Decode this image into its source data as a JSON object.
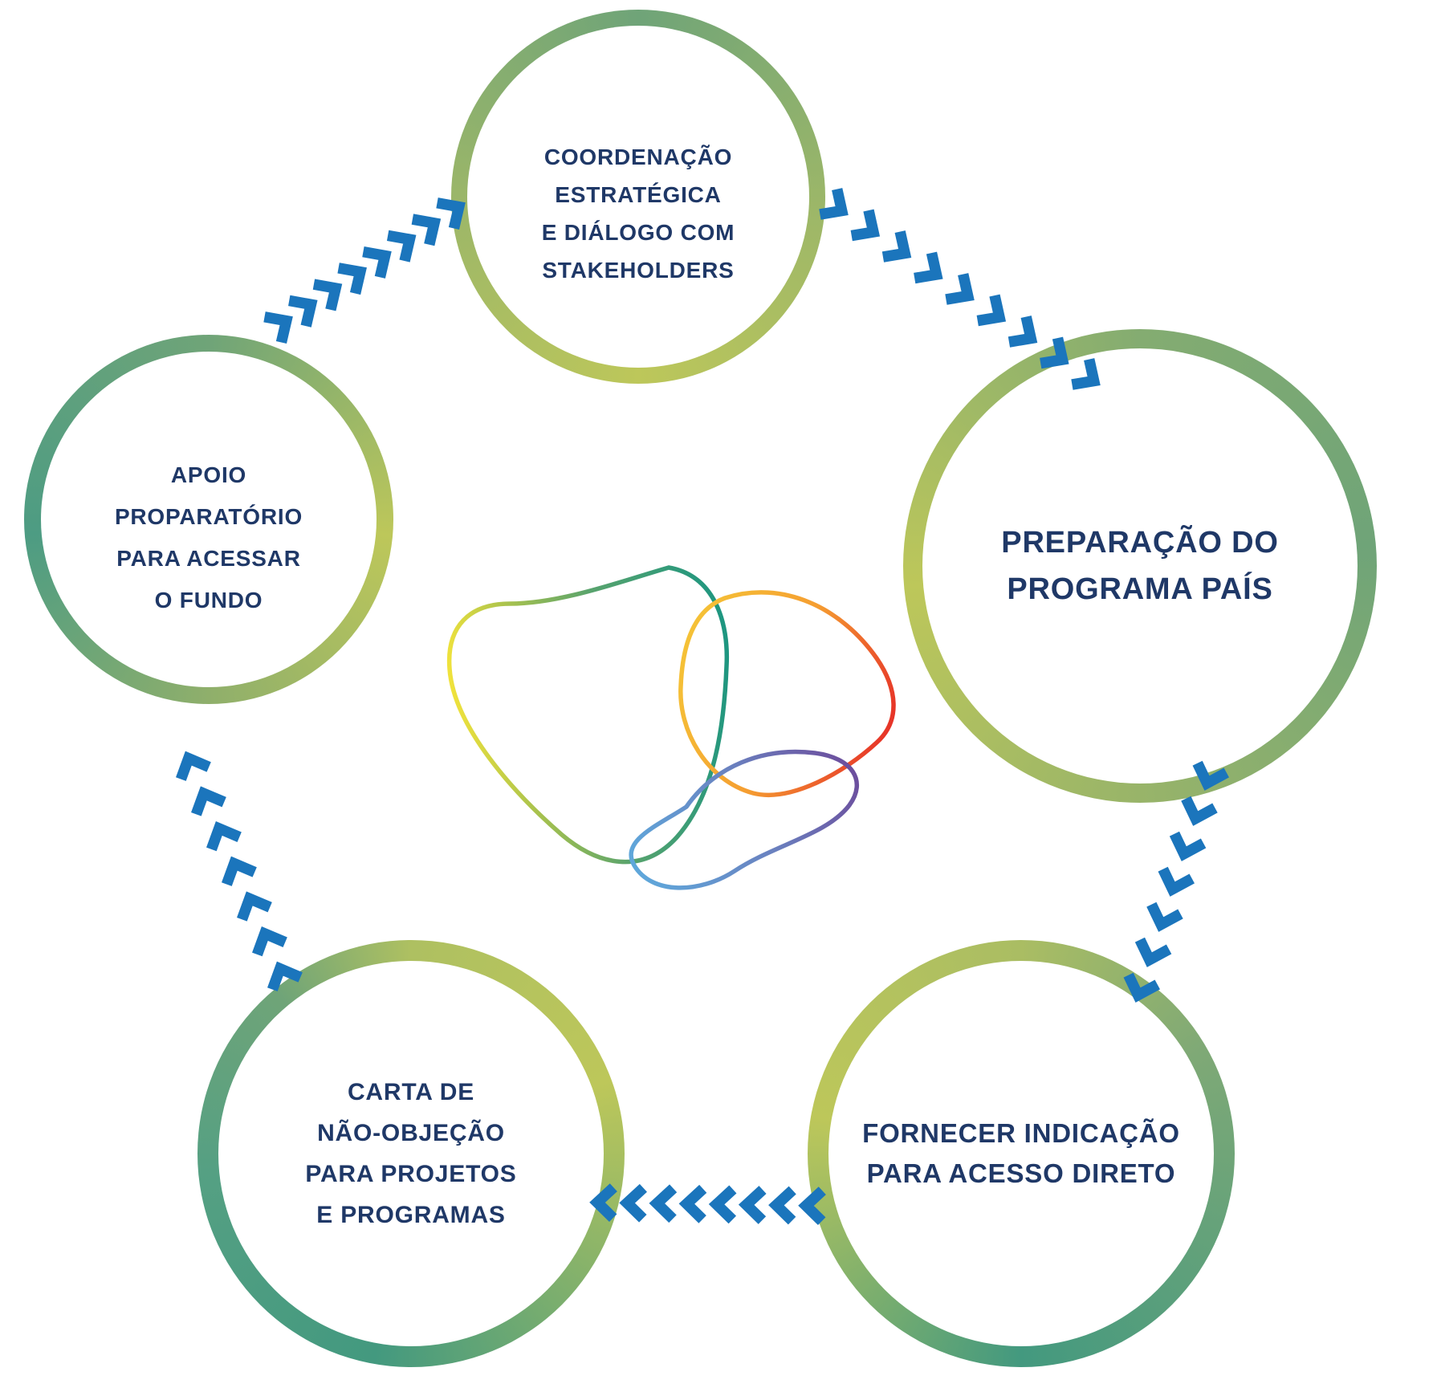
{
  "background": "#FFFFFF",
  "palette": {
    "text": "#1F3867",
    "arrow": "#1B75BC",
    "ring_sage_green": "#6FA478",
    "ring_yellow_green": "#BDC75A",
    "ring_teal": "#43997F",
    "logo_colors": [
      "#F2E33B",
      "#58A36D",
      "#1E9680",
      "#F5C337",
      "#F59E31",
      "#E63128",
      "#5EA9DC",
      "#6C4E9D"
    ]
  },
  "center_icon": "green-climate-fund-logo",
  "flow_direction": "clockwise",
  "flow_order": [
    "coordenacao",
    "preparacao",
    "fornecer",
    "carta",
    "apoio",
    "coordenacao"
  ],
  "nodes": [
    {
      "id": "coordenacao",
      "lines": [
        "COORDENAÇÃO",
        "ESTRATÉGICA",
        "E DIÁLOGO COM",
        "STAKEHOLDERS"
      ]
    },
    {
      "id": "preparacao",
      "lines": [
        "PREPARAÇÃO DO",
        "PROGRAMA PAÍS"
      ]
    },
    {
      "id": "fornecer",
      "lines": [
        "FORNECER INDICAÇÃO",
        "PARA ACESSO DIRETO"
      ]
    },
    {
      "id": "carta",
      "lines": [
        "CARTA DE",
        "NÃO-OBJEÇÃO",
        "PARA PROJETOS",
        "E PROGRAMAS"
      ]
    },
    {
      "id": "apoio",
      "lines": [
        "APOIO",
        "PROPARATÓRIO",
        "PARA ACESSAR",
        "O FUNDO"
      ]
    }
  ]
}
